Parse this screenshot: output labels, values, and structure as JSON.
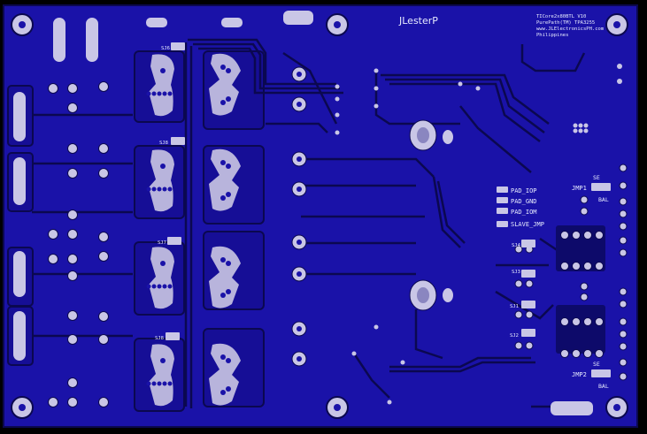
{
  "board": {
    "brand": "JLesterP",
    "info_lines": [
      "TICore2x80BTL V10",
      "PurePath(TM) TPA3255",
      "www.JLElectronicsPH.com",
      "Philippines"
    ],
    "jumper_labels": {
      "jmp1": "JMP1",
      "jmp2": "JMP2",
      "se1": "SE",
      "bal1": "BAL",
      "se2": "SE",
      "bal2": "BAL"
    },
    "pads": [
      "PAD_IOP",
      "PAD_GND",
      "PAD_IOM",
      "SLAVE_JMP"
    ],
    "solder_jumpers_left": [
      "SJ6",
      "SJ8",
      "SJ7",
      "SJ8"
    ],
    "solder_jumpers_right": [
      "SJ4",
      "SJ3",
      "SJ1",
      "SJ2"
    ]
  },
  "colors": {
    "background": "#000000",
    "board": "#1a12a8",
    "copper": "#170f8c",
    "trace_dark": "#0b0850",
    "pad": "#b8b4dc",
    "silk": "#e8ecff"
  }
}
